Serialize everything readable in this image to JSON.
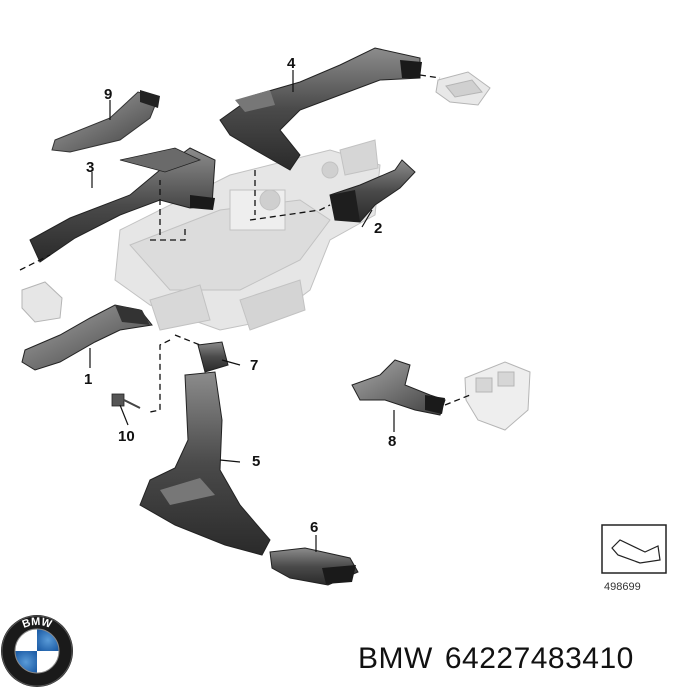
{
  "diagram": {
    "callouts": [
      "1",
      "2",
      "3",
      "4",
      "5",
      "6",
      "7",
      "8",
      "9",
      "10"
    ],
    "reference_number": "498699"
  },
  "caption": {
    "brand": "BMW",
    "part_number": "64227483410"
  },
  "logo": {
    "text": "BMW",
    "colors": {
      "ring": "#111111",
      "blue": "#2a6fb8",
      "white": "#ffffff"
    }
  }
}
